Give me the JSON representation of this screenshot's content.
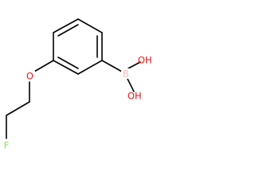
{
  "molecule": {
    "atoms": {
      "oxygen_ether": {
        "symbol": "O",
        "color": "#ff0d0d"
      },
      "fluorine": {
        "symbol": "F",
        "color": "#90e050"
      },
      "boron": {
        "symbol": "B",
        "color": "#ffb5b5"
      },
      "hydroxyl_1": {
        "symbol": "OH",
        "color": "#ff0d0d"
      },
      "hydroxyl_2": {
        "symbol": "OH",
        "color": "#ff0d0d"
      }
    }
  }
}
